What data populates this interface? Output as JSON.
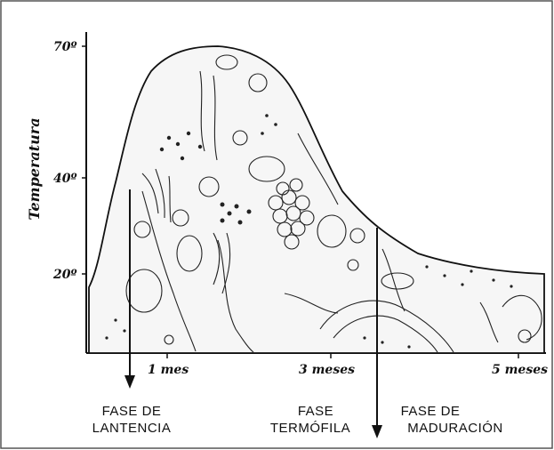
{
  "diagram": {
    "y_axis": {
      "label": "Temperatura",
      "ticks": [
        "70º",
        "40º",
        "20º"
      ]
    },
    "x_axis": {
      "ticks": [
        "1 mes",
        "3 meses",
        "5 meses"
      ]
    },
    "phases": [
      {
        "line1": "FASE DE",
        "line2": "LANTENCIA"
      },
      {
        "line1": "FASE",
        "line2": "TERMÓFILA"
      },
      {
        "line1": "FASE DE",
        "line2": "MADURACIÓN"
      }
    ]
  },
  "colors": {
    "ink": "#111111",
    "frame": "#444444",
    "background": "#ffffff"
  }
}
